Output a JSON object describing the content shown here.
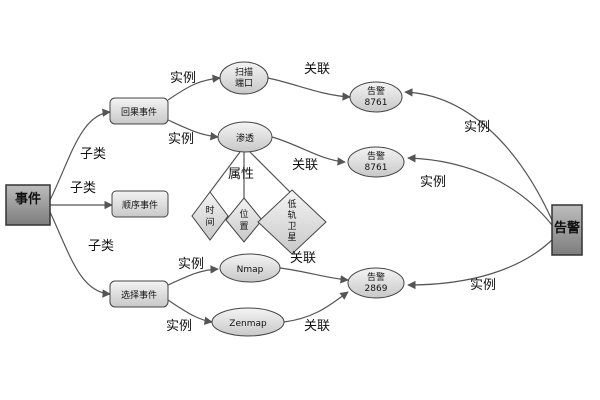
{
  "nodes": {
    "event": "事件",
    "alarm": "告警",
    "loopback_event": "回果事件",
    "sequence_event": "顺序事件",
    "select_event": "选择事件",
    "scan_port_line1": "扫描",
    "scan_port_line2": "端口",
    "penetration": "渗透",
    "nmap": "Nmap",
    "zenmap": "Zenmap",
    "alert_top_line1": "告警",
    "alert_top_line2": "8761",
    "alert_mid_line1": "告警",
    "alert_mid_line2": "8761",
    "alert_bottom_line1": "告警",
    "alert_bottom_line2": "2869",
    "attr_time_line1": "时",
    "attr_time_line2": "间",
    "attr_pos_line1": "位",
    "attr_pos_line2": "置",
    "attr_path_line1": "低",
    "attr_path_line2": "轨",
    "attr_path_line3": "卫",
    "attr_path_line4": "星"
  },
  "edge_labels": {
    "subclass_1": "子类",
    "subclass_2": "子类",
    "subclass_3": "子类",
    "instance_scan": "实例",
    "instance_pen": "实例",
    "instance_nmap": "实例",
    "instance_zenmap": "实例",
    "instance_alarm_top": "实例",
    "instance_alarm_mid": "实例",
    "instance_alarm_bottom": "实例",
    "relate_top": "关联",
    "relate_mid": "关联",
    "relate_nmap": "关联",
    "relate_zenmap": "关联",
    "attribute": "属性"
  }
}
